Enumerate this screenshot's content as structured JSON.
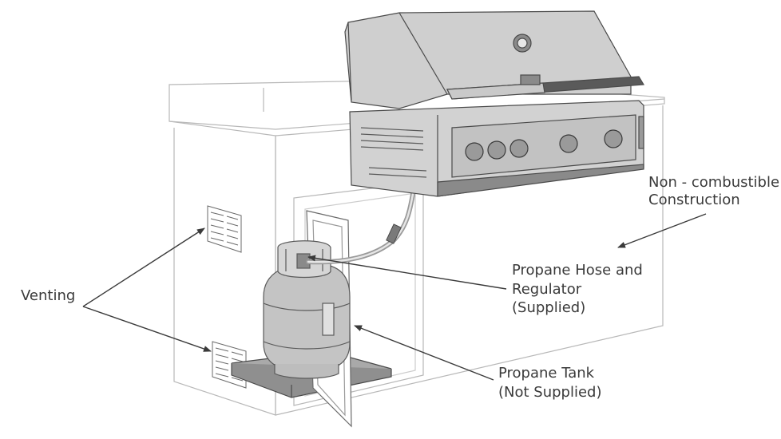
{
  "labels": {
    "venting": "Venting",
    "non_combustible_line1": "Non - combustible",
    "non_combustible_line2": "Construction",
    "hose_line1": "Propane Hose and",
    "hose_line2": "Regulator",
    "hose_line3": "(Supplied)",
    "tank_line1": "Propane Tank",
    "tank_line2": "(Not Supplied)"
  },
  "colors": {
    "line": "#7a7a7a",
    "ghost": "#b8b8b8",
    "grill_fill": "#cfcfcf",
    "grill_dark": "#5a5a5a",
    "tank_fill": "#c4c4c4",
    "text": "#3a3a3a"
  }
}
